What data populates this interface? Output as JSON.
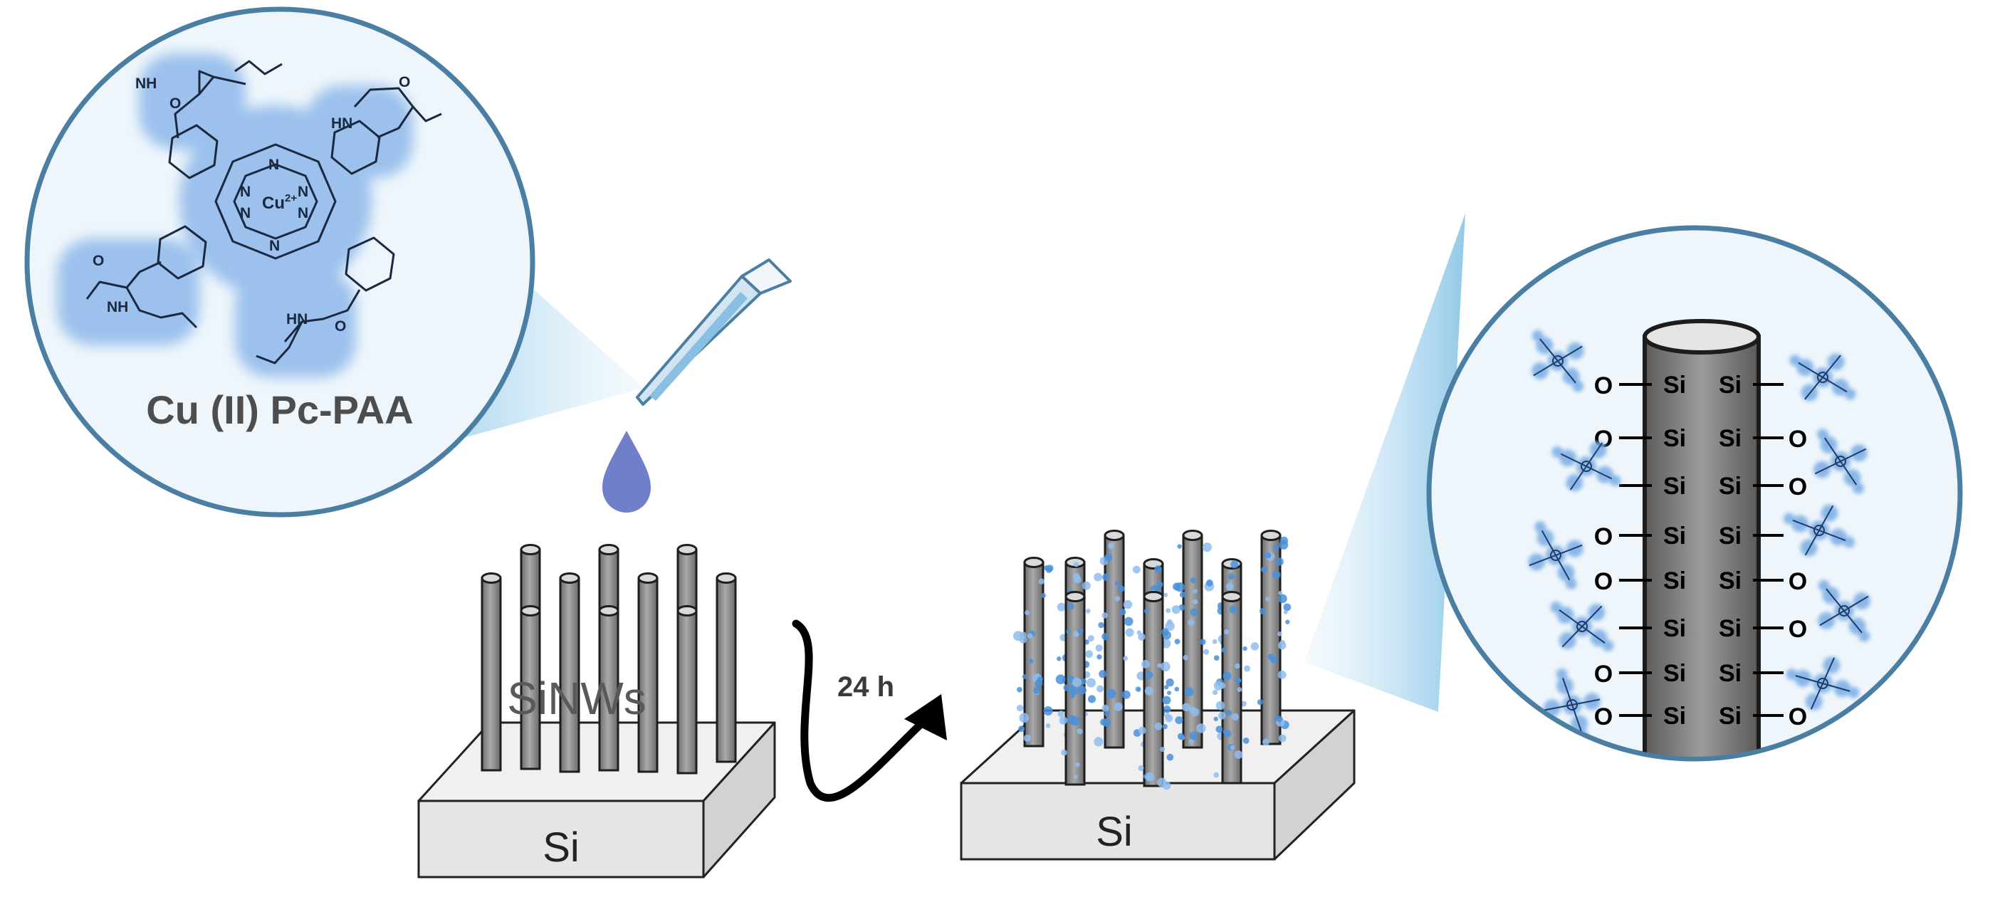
{
  "labels": {
    "molecule_name": "Cu (II) Pc-PAA",
    "copper_ion": "Cu",
    "copper_charge": "2+",
    "nanowires": "SiNWs",
    "duration": "24 h",
    "substrate_left": "Si",
    "substrate_right": "Si",
    "nitrogen": "N",
    "oxygen": "O",
    "amide": "NH",
    "amide_alt": "HN",
    "silicon": "Si"
  },
  "colors": {
    "circle_border": "#4a7fa3",
    "circle_fill": "#eef6fb",
    "molecule_glow": "#8db8ea",
    "droplet": "#6f7fc9",
    "nanowire": "#9a9a9a",
    "substrate": "#e6e6e6",
    "coating": "#4a90d9"
  },
  "icons": {
    "pipette": "pipette-icon",
    "droplet": "droplet-icon",
    "arrow": "curved-arrow-icon"
  }
}
